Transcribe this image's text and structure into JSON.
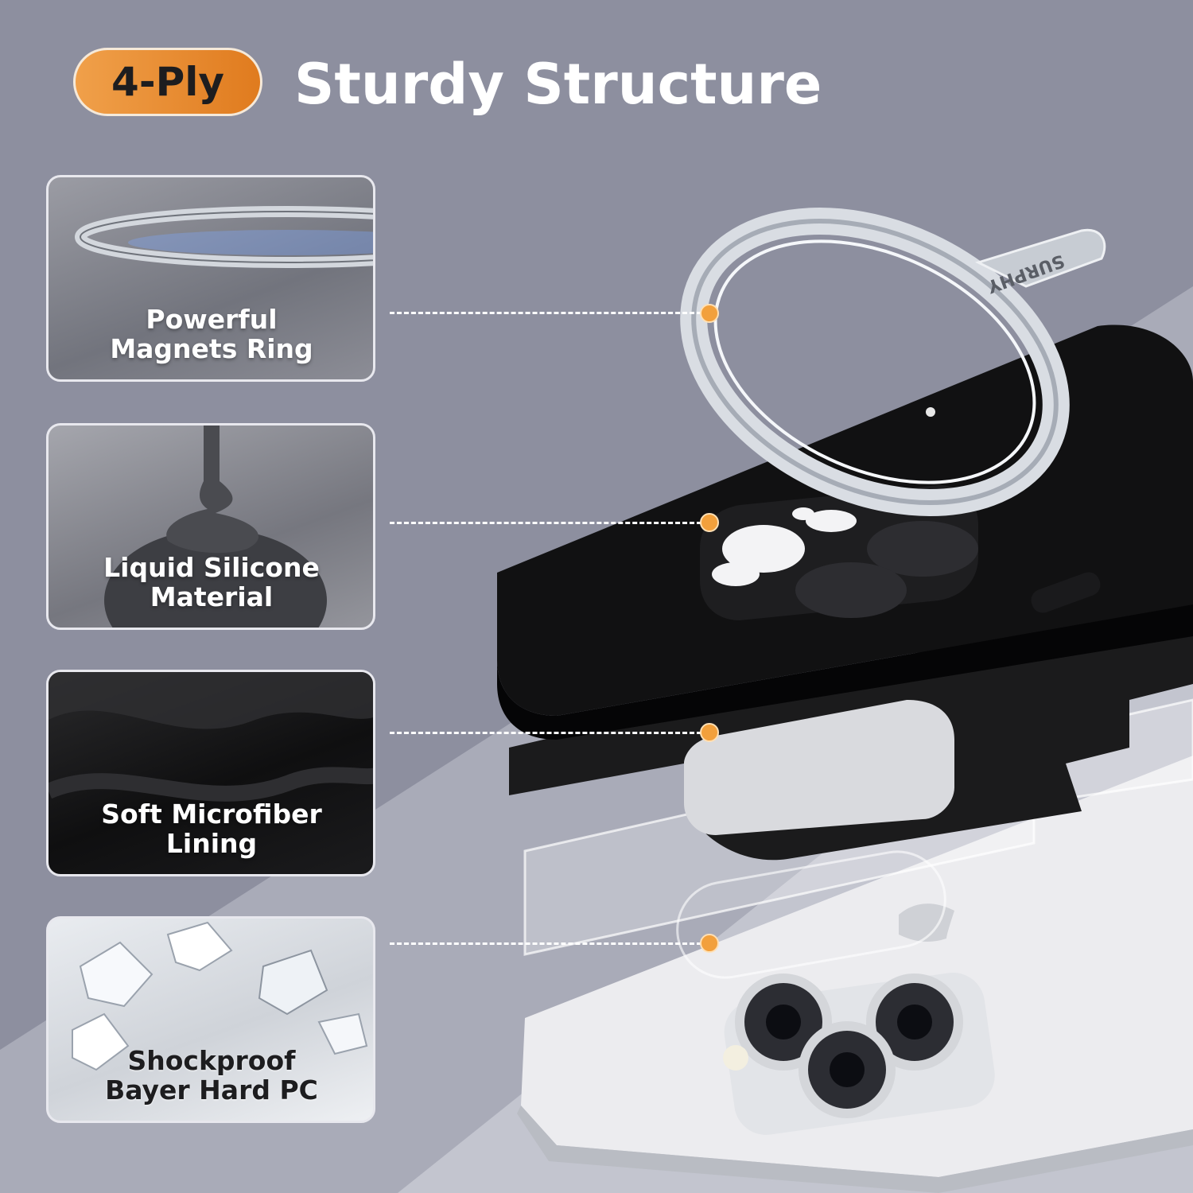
{
  "header": {
    "badge": "4-Ply",
    "title": "Sturdy Structure"
  },
  "layers": [
    {
      "label_line1": "Powerful",
      "label_line2": "Magnets Ring",
      "icon": "magnet-ring-icon"
    },
    {
      "label_line1": "Liquid Silicone",
      "label_line2": "Material",
      "icon": "silicone-drip-icon"
    },
    {
      "label_line1": "Soft Microfiber",
      "label_line2": "Lining",
      "icon": "microfiber-fabric-icon"
    },
    {
      "label_line1": "Shockproof",
      "label_line2": "Bayer Hard PC",
      "icon": "crystal-shards-icon"
    }
  ],
  "product": {
    "ring_brand": "SURPHY"
  },
  "colors": {
    "accent": "#f2a03c",
    "badge_start": "#f0a04a",
    "badge_end": "#e07b1e",
    "background": "#8b8d9e",
    "case_black": "#111112"
  }
}
